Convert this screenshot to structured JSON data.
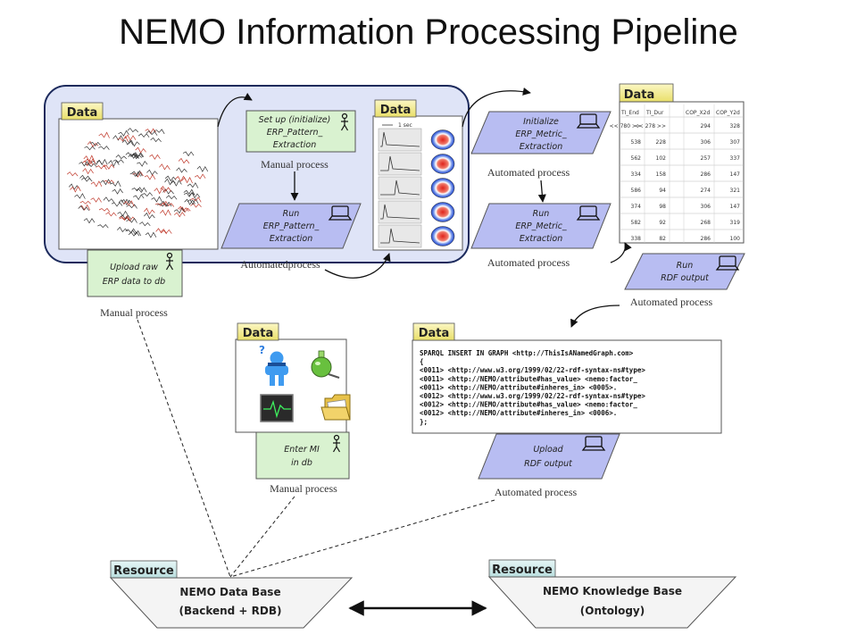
{
  "title": "NEMO Information Processing Pipeline",
  "data_tag": "Data",
  "resource_tag": "Resource",
  "process_labels": {
    "manual": "Manual process",
    "automated": "Automated process",
    "automated_nospace": "Automatedprocess"
  },
  "steps": {
    "setup_pattern": [
      "Set up (initialize)",
      "ERP_Pattern_",
      "Extraction"
    ],
    "run_pattern": [
      "Run",
      "ERP_Pattern_",
      "Extraction"
    ],
    "init_metric": [
      "Initialize",
      "ERP_Metric_",
      "Extraction"
    ],
    "run_metric": [
      "Run",
      "ERP_Metric_",
      "Extraction"
    ],
    "run_rdf": [
      "Run",
      "RDF output"
    ],
    "upload_raw": [
      "Upload raw",
      "ERP data to db"
    ],
    "enter_mi": [
      "Enter MI",
      "in db"
    ],
    "upload_rdf": [
      "Upload",
      "RDF output"
    ]
  },
  "waveform_scale": "1 sec",
  "table": {
    "headers": [
      "TI_End",
      "TI_Dur",
      "",
      "COP_X2d",
      "COP_Y2d"
    ],
    "rows": [
      [
        "<< 780 >>",
        "<< 278 >>",
        "",
        "294",
        "328"
      ],
      [
        "538",
        "228",
        "",
        "306",
        "307"
      ],
      [
        "562",
        "102",
        "",
        "257",
        "337"
      ],
      [
        "334",
        "158",
        "",
        "286",
        "147"
      ],
      [
        "586",
        "94",
        "",
        "274",
        "321"
      ],
      [
        "374",
        "98",
        "",
        "306",
        "147"
      ],
      [
        "582",
        "92",
        "",
        "268",
        "319"
      ],
      [
        "338",
        "82",
        "",
        "286",
        "100"
      ]
    ]
  },
  "rdf_code": [
    "SPARQL INSERT IN GRAPH <http://ThisIsANamedGraph.com>",
    "{",
    "<0011>      <http://www.w3.org/1999/02/22-rdf-syntax-ns#type>",
    "<0011>      <http://NEMO/attribute#has_value>        <nemo:factor_",
    "<0011>      <http://NEMO/attribute#inheres_in>      <0005>.",
    "<0012>      <http://www.w3.org/1999/02/22-rdf-syntax-ns#type>",
    "<0012>      <http://NEMO/attribute#has_value>        <nemo:factor_",
    "<0012>      <http://NEMO/attribute#inheres_in>      <0006>.",
    "};"
  ],
  "resources": {
    "database": [
      "NEMO Data Base",
      "(Backend + RDB)"
    ],
    "knowledge": [
      "NEMO Knowledge Base",
      "(Ontology)"
    ]
  },
  "colors": {
    "step_green": "#d9f2d0",
    "step_purple": "#b8bdf2",
    "data_tag": "#f6f0a0",
    "resource_tag": "#d3ecec",
    "highlight_region": "#dfe4f7"
  },
  "icons": [
    "stick-figure-icon",
    "laptop-icon",
    "person-icon",
    "flask-icon",
    "monitor-icon",
    "folder-icon"
  ]
}
